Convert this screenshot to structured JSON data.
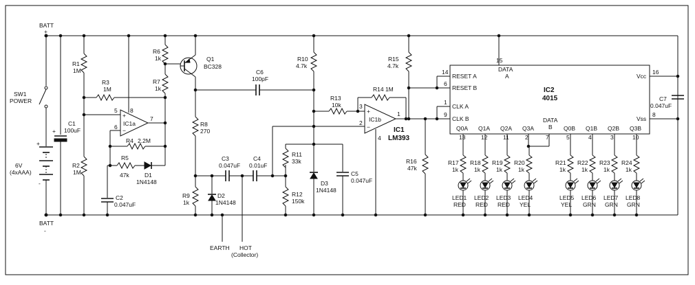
{
  "battery": {
    "top_label": "BATT",
    "top_sign": "+",
    "bottom_label": "BATT",
    "bottom_sign": "-",
    "cell_label": "6V",
    "cell_spec": "(4xAAA)",
    "cell_plus": "+",
    "cell_minus": "-"
  },
  "switch": {
    "ref": "SW1",
    "name": "POWER"
  },
  "c1": {
    "ref": "C1",
    "value": "100uF",
    "plus": "+"
  },
  "r1": {
    "ref": "R1",
    "value": "1M"
  },
  "r2": {
    "ref": "R2",
    "value": "1M"
  },
  "r3": {
    "ref": "R3",
    "value": "1M"
  },
  "r4": {
    "ref": "R4",
    "value": "2.2M"
  },
  "r5": {
    "ref": "R5",
    "value": "47k"
  },
  "d1": {
    "ref": "D1",
    "value": "1N4148"
  },
  "c2": {
    "ref": "C2",
    "value": "0.047uF"
  },
  "ic1a": {
    "ref": "IC1a",
    "pin_plus": "5",
    "pin_minus": "6",
    "pin_out": "7",
    "pin_vcc": "8"
  },
  "r6": {
    "ref": "R6",
    "value": "1k"
  },
  "r7": {
    "ref": "R7",
    "value": "1k"
  },
  "q1": {
    "ref": "Q1",
    "value": "BC328"
  },
  "r8": {
    "ref": "R8",
    "value": "270"
  },
  "r9": {
    "ref": "R9",
    "value": "1k"
  },
  "d2": {
    "ref": "D2",
    "value": "1N4148"
  },
  "c3": {
    "ref": "C3",
    "value": "0.047uF"
  },
  "c4": {
    "ref": "C4",
    "value": "0.01uF"
  },
  "c6": {
    "ref": "C6",
    "value": "100pF"
  },
  "earth": {
    "label": "EARTH"
  },
  "hot": {
    "label": "HOT",
    "sub": "(Collector)"
  },
  "r10": {
    "ref": "R10",
    "value": "4.7k"
  },
  "r11": {
    "ref": "R11",
    "value": "33k"
  },
  "r12": {
    "ref": "R12",
    "value": "150k"
  },
  "d3": {
    "ref": "D3",
    "value": "1N4148"
  },
  "c5": {
    "ref": "C5",
    "value": "0.047uF"
  },
  "r13": {
    "ref": "R13",
    "value": "10k"
  },
  "r14": {
    "ref": "R14 1M"
  },
  "ic1b": {
    "ref": "IC1b",
    "pin_plus": "3",
    "pin_minus": "2",
    "pin_out": "1",
    "pin_gnd": "4"
  },
  "ic1": {
    "ref": "IC1",
    "value": "LM393"
  },
  "r15": {
    "ref": "R15",
    "value": "4.7k"
  },
  "r16": {
    "ref": "R16",
    "value": "47k"
  },
  "ic2": {
    "ref": "IC2",
    "value": "4015",
    "reset_a": "RESET A",
    "reset_b": "RESET B",
    "clk_a": "CLK A",
    "clk_b": "CLK B",
    "data_a_top": "DATA",
    "data_a_bot": "A",
    "data_b_top": "DATA",
    "data_b_bot": "B",
    "vcc": "Vcc",
    "vss": "Vss",
    "pin14": "14",
    "pin6": "6",
    "pin1": "1",
    "pin9": "9",
    "pin15": "15",
    "pin16": "16",
    "pin8": "8",
    "pin7": "7",
    "outputs": [
      {
        "name": "Q0A",
        "pin": "13"
      },
      {
        "name": "Q1A",
        "pin": "12"
      },
      {
        "name": "Q2A",
        "pin": "11"
      },
      {
        "name": "Q3A",
        "pin": "2"
      },
      {
        "name": "Q0B",
        "pin": "5"
      },
      {
        "name": "Q1B",
        "pin": "4"
      },
      {
        "name": "Q2B",
        "pin": "3"
      },
      {
        "name": "Q3B",
        "pin": "10"
      }
    ]
  },
  "c7": {
    "ref": "C7",
    "value": "0.047uF"
  },
  "led_resistors": [
    {
      "ref": "R17",
      "value": "1k"
    },
    {
      "ref": "R18",
      "value": "1k"
    },
    {
      "ref": "R19",
      "value": "1k"
    },
    {
      "ref": "R20",
      "value": "1k"
    },
    {
      "ref": "R21",
      "value": "1k"
    },
    {
      "ref": "R22",
      "value": "1k"
    },
    {
      "ref": "R23",
      "value": "1k"
    },
    {
      "ref": "R24",
      "value": "1k"
    }
  ],
  "leds": [
    {
      "ref": "LED1",
      "color": "RED"
    },
    {
      "ref": "LED2",
      "color": "RED"
    },
    {
      "ref": "LED3",
      "color": "RED"
    },
    {
      "ref": "LED4",
      "color": "YEL"
    },
    {
      "ref": "LED5",
      "color": "YEL"
    },
    {
      "ref": "LED6",
      "color": "GRN"
    },
    {
      "ref": "LED7",
      "color": "GRN"
    },
    {
      "ref": "LED8",
      "color": "GRN"
    }
  ]
}
